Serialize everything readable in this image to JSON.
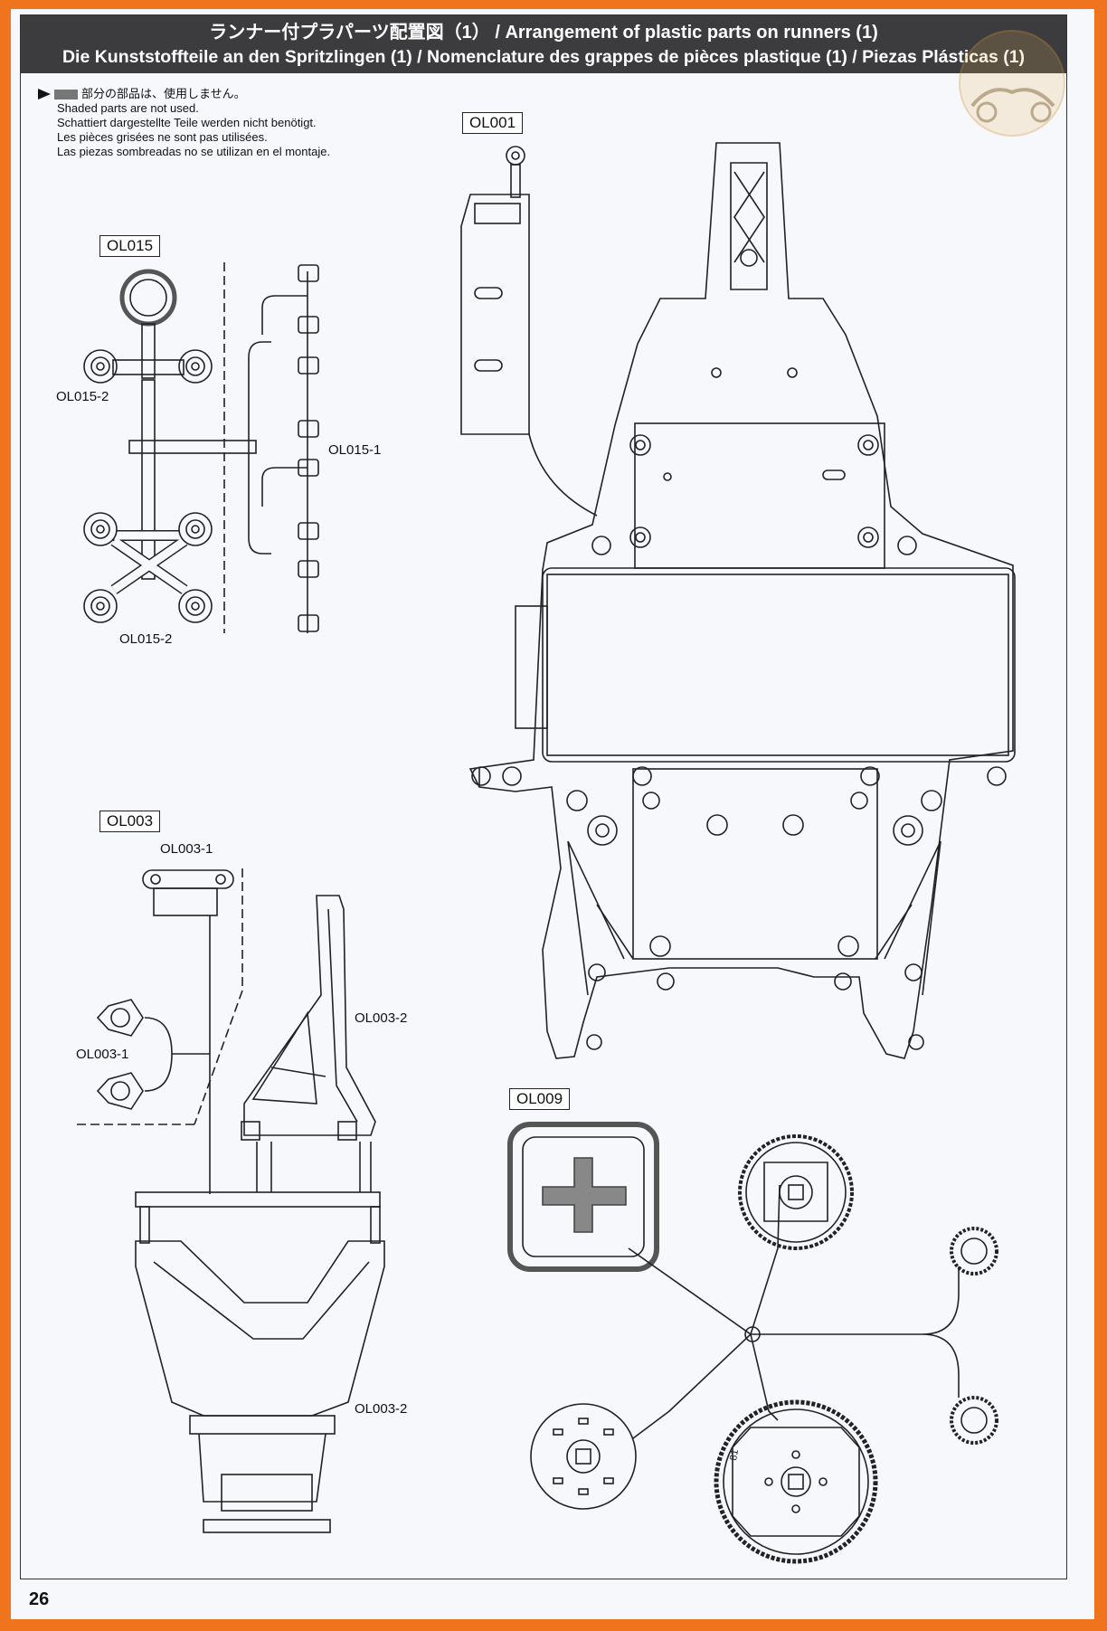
{
  "header": {
    "line1": "ランナー付プラパーツ配置図（1） / Arrangement of plastic parts on runners (1)",
    "line2": "Die Kunststoffteile an den Spritzlingen (1) / Nomenclature des grappes de pièces plastique (1) / Piezas Plásticas (1)"
  },
  "note": {
    "jp": "部分の部品は、使用しません。",
    "en": "Shaded parts are not used.",
    "de": "Schattiert dargestellte Teile werden nicht benötigt.",
    "fr": "Les pièces grisées ne sont pas utilisées.",
    "es": "Las piezas sombreadas no se utilizan en el montaje."
  },
  "runners": {
    "ol015": {
      "tag": "OL015",
      "labels": [
        "OL015-2",
        "OL015-1",
        "OL015-2"
      ]
    },
    "ol001": {
      "tag": "OL001"
    },
    "ol003": {
      "tag": "OL003",
      "labels": [
        "OL003-1",
        "OL003-2",
        "OL003-1",
        "OL003-2"
      ]
    },
    "ol009": {
      "tag": "OL009",
      "gear_mark": "81"
    }
  },
  "page_number": "26",
  "colors": {
    "border": "#f0731d",
    "header_bg": "#3c3c3e",
    "shade": "#777777"
  },
  "icons": [
    "arrow-triangle-icon",
    "magazine-logo-icon"
  ]
}
